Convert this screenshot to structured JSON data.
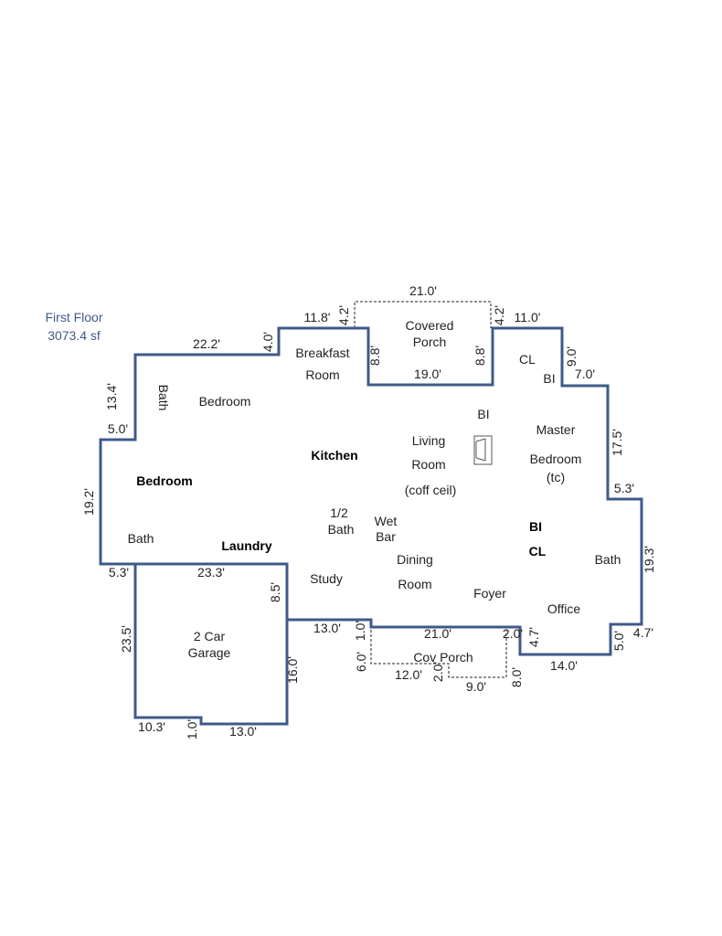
{
  "header": {
    "floor_name": "First Floor",
    "area": "3073.4 sf"
  },
  "rooms": {
    "covered_porch_1": "Covered",
    "covered_porch_2": "Porch",
    "breakfast_1": "Breakfast",
    "breakfast_2": "Room",
    "closet_top": "CL",
    "builtin_top": "BI",
    "bath_left": "Bath",
    "bedroom_upper": "Bedroom",
    "builtin_living": "BI",
    "master_1": "Master",
    "master_2": "Bedroom",
    "master_3": "(tc)",
    "living_1": "Living",
    "living_2": "Room",
    "living_3": "(coff ceil)",
    "kitchen": "Kitchen",
    "bedroom_lower": "Bedroom",
    "half_bath_1": "1/2",
    "half_bath_2": "Bath",
    "wet_bar_1": "Wet",
    "wet_bar_2": "Bar",
    "builtin_right": "BI",
    "closet_right": "CL",
    "bath_lower": "Bath",
    "laundry": "Laundry",
    "bath_right": "Bath",
    "dining_1": "Dining",
    "dining_2": "Room",
    "study": "Study",
    "foyer": "Foyer",
    "office": "Office",
    "garage_1": "2 Car",
    "garage_2": "Garage",
    "cov_porch": "Cov Porch"
  },
  "dimensions": {
    "d_21_0_top": "21.0'",
    "d_11_8": "11.8'",
    "d_4_2_left": "4.2'",
    "d_4_2_right": "4.2'",
    "d_11_0": "11.0'",
    "d_22_2": "22.2'",
    "d_4_0": "4.0'",
    "d_8_8_left": "8.8'",
    "d_8_8_right": "8.8'",
    "d_19_0": "19.0'",
    "d_9_0": "9.0'",
    "d_7_0": "7.0'",
    "d_13_4": "13.4'",
    "d_5_0_left": "5.0'",
    "d_17_5": "17.5'",
    "d_19_2": "19.2'",
    "d_5_3_right": "5.3'",
    "d_19_3": "19.3'",
    "d_5_3_left": "5.3'",
    "d_23_3": "23.3'",
    "d_8_5": "8.5'",
    "d_23_5": "23.5'",
    "d_13_0_mid": "13.0'",
    "d_1_0_porch": "1.0'",
    "d_21_0_bottom": "21.0'",
    "d_2_0_right": "2.0'",
    "d_4_7_left": "4.7'",
    "d_5_0_right": "5.0'",
    "d_4_7_right": "4.7'",
    "d_6_0": "6.0'",
    "d_12_0": "12.0'",
    "d_2_0_mid": "2.0'",
    "d_9_0_porch": "9.0'",
    "d_8_0": "8.0'",
    "d_14_0": "14.0'",
    "d_16_0": "16.0'",
    "d_10_3": "10.3'",
    "d_1_0_garage": "1.0'",
    "d_13_0_bottom": "13.0'"
  },
  "colors": {
    "walls": "#3f5a88",
    "title": "#3f5a88",
    "text": "#222222"
  }
}
